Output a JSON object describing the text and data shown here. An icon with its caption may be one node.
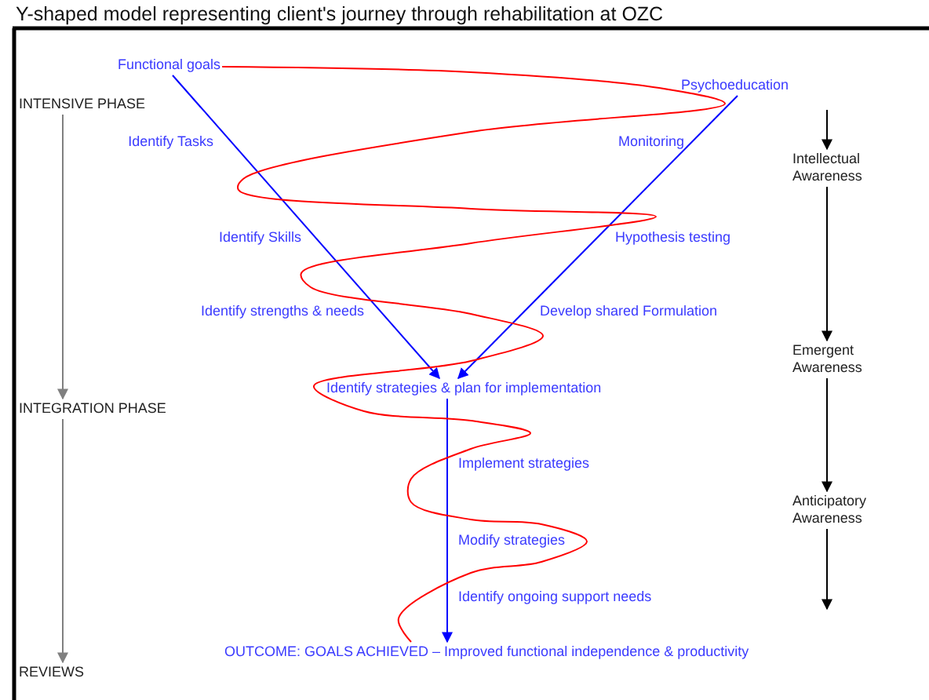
{
  "diagram": {
    "title": "Y-shaped model representing client's journey through rehabilitation at OZC",
    "nodes": [
      {
        "text": [
          "Functional goals"
        ]
      },
      {
        "text": [
          "Psychoeducation"
        ]
      },
      {
        "text": [
          "Identify strategies & plan for implementation"
        ]
      },
      {
        "text": [
          "OUTCOME: GOALS ACHIEVED – Improved functional independence & productivity"
        ]
      },
      {
        "text": [
          "INTENSIVE PHASE"
        ]
      },
      {
        "text": [
          "INTEGRATION PHASE"
        ]
      },
      {
        "text": [
          "REVIEWS"
        ]
      },
      {
        "text": [
          "Intellectual Awareness"
        ]
      },
      {
        "text": [
          "Emergent Awareness"
        ]
      },
      {
        "text": [
          "Anticipatory Awareness"
        ]
      }
    ],
    "edges": [
      {
        "from": 0,
        "to": 2,
        "arrow": "to",
        "color": "#0000ff"
      },
      {
        "from": 1,
        "to": 2,
        "arrow": "to",
        "color": "#0000ff"
      },
      {
        "from": 2,
        "to": 3,
        "arrow": "to",
        "color": "#0000ff"
      },
      {
        "from": 4,
        "to": 5,
        "arrow": "to",
        "color": "#808080"
      },
      {
        "from": 5,
        "to": 6,
        "arrow": "to",
        "color": "#808080"
      },
      {
        "from": null,
        "to": 7,
        "arrow": "to"
      },
      {
        "from": 7,
        "to": 8,
        "arrow": "to"
      },
      {
        "from": 8,
        "to": 9,
        "arrow": "to"
      },
      {
        "from": 9,
        "to": null,
        "arrow": "to"
      },
      {
        "from": 0,
        "to": 3,
        "arrow": "none",
        "color": "#ff0000"
      }
    ],
    "labels": [
      "Identify Tasks",
      "Monitoring",
      "Identify Skills",
      "Hypothesis testing",
      "Identify strengths & needs",
      "Develop shared Formulation",
      "Implement strategies",
      "Modify strategies",
      "Identify ongoing support needs"
    ]
  }
}
